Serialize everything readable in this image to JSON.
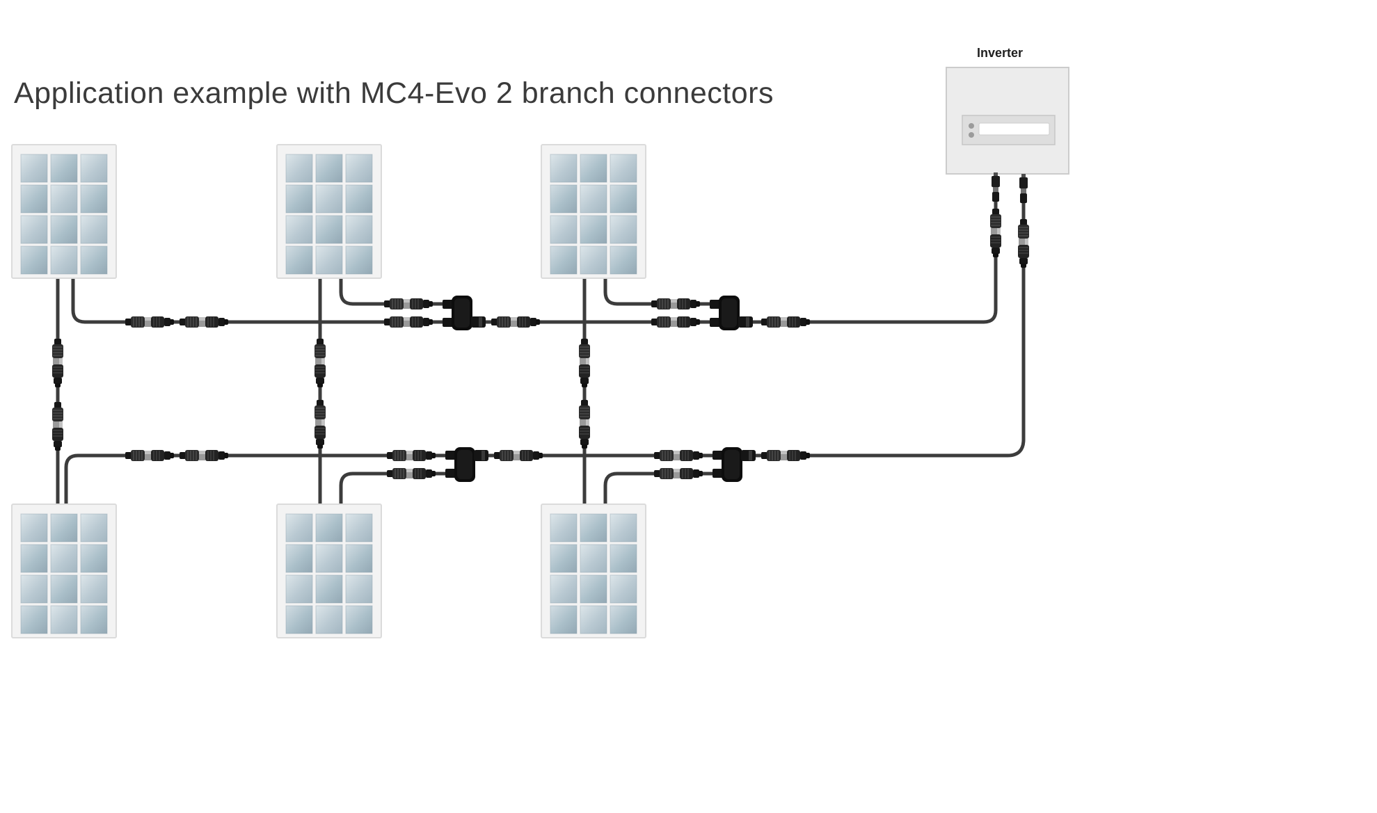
{
  "diagram": {
    "title": "Application example with MC4-Evo 2 branch connectors",
    "components": {
      "solar_panels": 6,
      "branch_connectors": 4,
      "inline_connectors": 24,
      "inverter_terminals": 2
    }
  },
  "inverter": {
    "label": "Inverter"
  },
  "colors": {
    "background": "#ffffff",
    "title_text": "#3b3b3b",
    "cable": "#3c3c3c",
    "connector_body": "#1c1c1c",
    "connector_ring": "#999999",
    "branch_connector_body": "#0d0d0d",
    "panel_frame": "#f3f3f3",
    "panel_cell_light": "#dce5ea",
    "panel_cell_dark": "#93a8b4",
    "inverter_body": "#ececec",
    "inverter_display": "#dedede"
  }
}
